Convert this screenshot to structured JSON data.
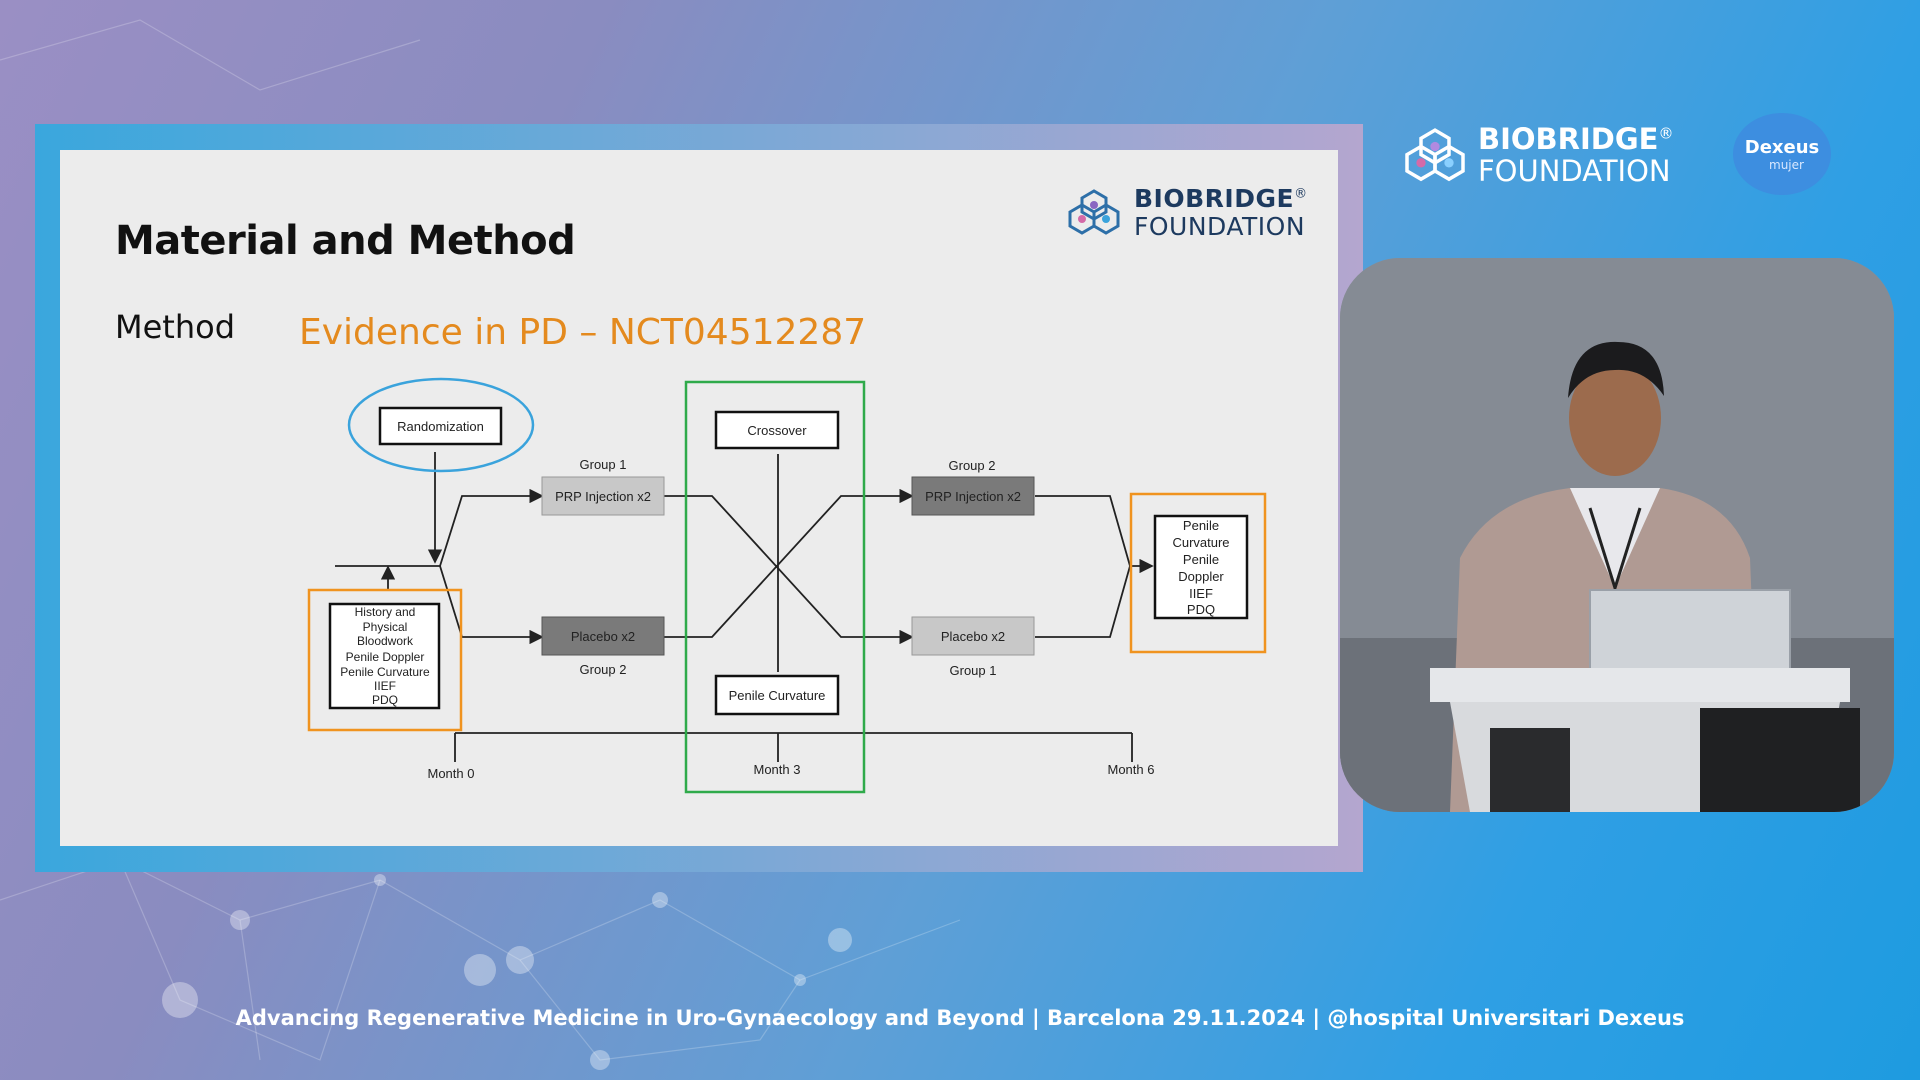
{
  "slide": {
    "title": "Material and Method",
    "method_label": "Method",
    "evidence_title": "Evidence in PD – NCT04512287",
    "logo": {
      "line1": "BIOBRIDGE",
      "line1_mark": "®",
      "line2": "FOUNDATION"
    }
  },
  "diagram": {
    "randomization": "Randomization",
    "history_box": [
      "History and",
      "Physical",
      "Bloodwork",
      "Penile Doppler",
      "Penile Curvature",
      "IIEF",
      "PDQ"
    ],
    "group1_top_label": "Group 1",
    "prp1": "PRP Injection x2",
    "placebo1": "Placebo x2",
    "group2_bottom_label": "Group 2",
    "crossover": "Crossover",
    "penile_curvature": "Penile Curvature",
    "group2_top_label": "Group 2",
    "prp2": "PRP Injection x2",
    "placebo2": "Placebo x2",
    "group1_bottom_label": "Group 1",
    "outcome_box": [
      "Penile",
      "Curvature",
      "Penile",
      "Doppler",
      "IIEF",
      "PDQ"
    ],
    "month0": "Month 0",
    "month3": "Month 3",
    "month6": "Month 6",
    "colors": {
      "orange": "#f0931f",
      "green": "#2faa4a",
      "blue": "#3aa3dc"
    }
  },
  "branding": {
    "biobridge_line1": "BIOBRIDGE",
    "biobridge_mark": "®",
    "biobridge_line2": "FOUNDATION",
    "dexeus_name": "Dexeus",
    "dexeus_sub": "mujer"
  },
  "footer": "Advancing Regenerative Medicine in Uro-Gynaecology and Beyond | Barcelona 29.11.2024 | @hospital Universitari Dexeus"
}
